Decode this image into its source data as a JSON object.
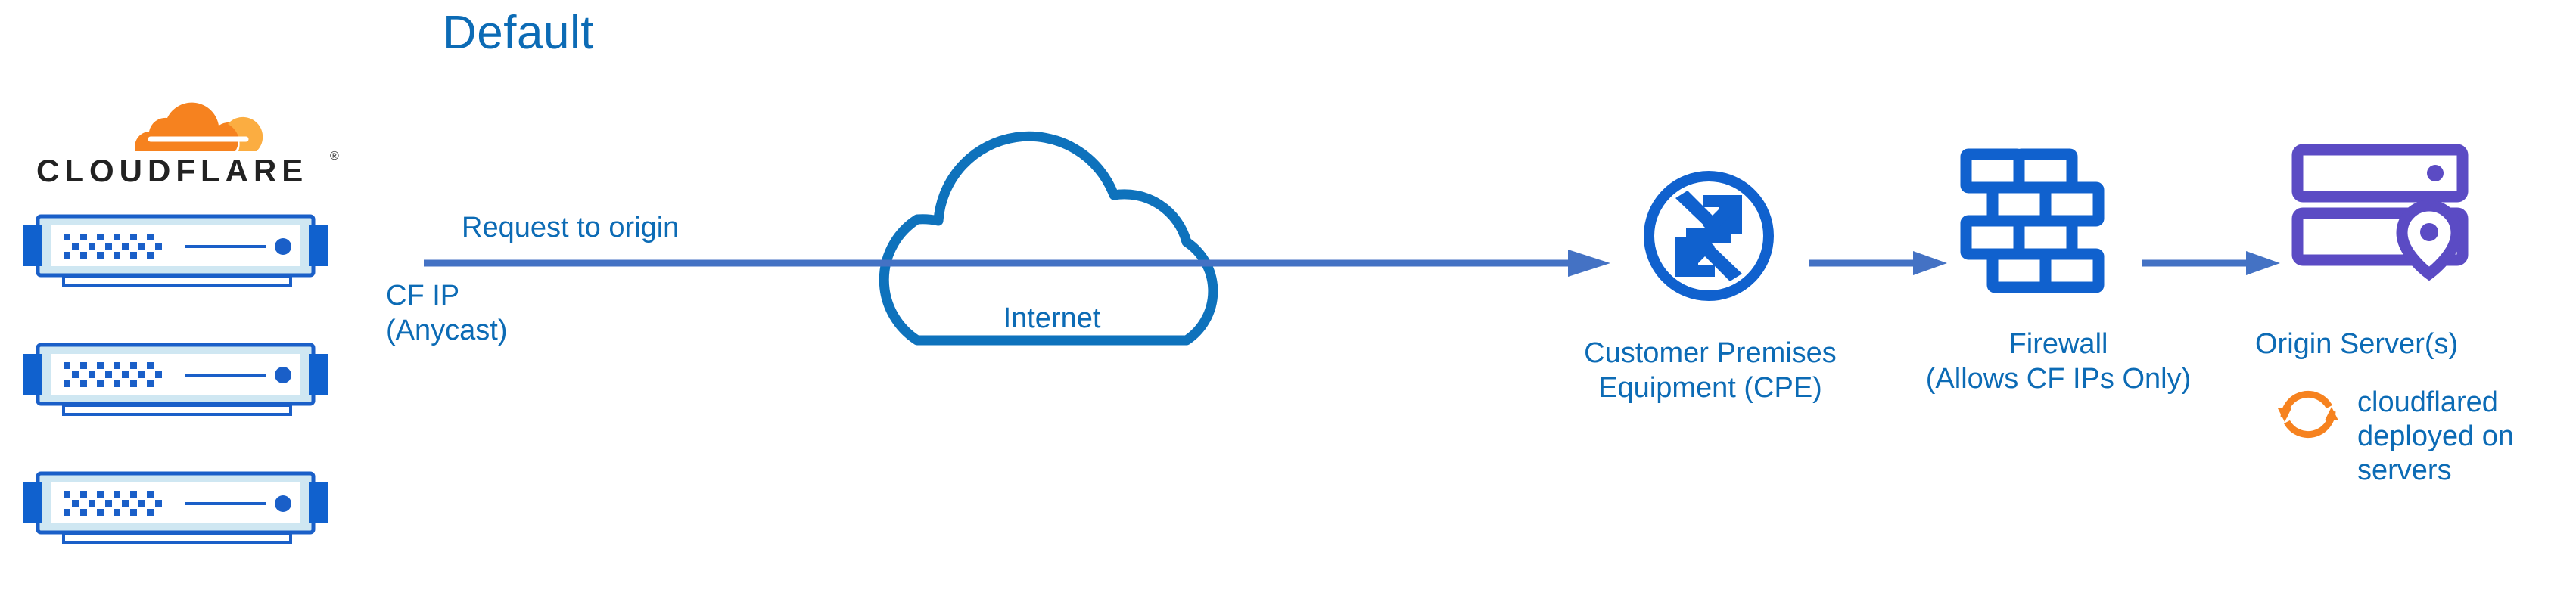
{
  "title": "Default",
  "colors": {
    "title_blue": "#0C6BB5",
    "label_blue": "#0C6BB5",
    "arrow_blue": "#4472C4",
    "node_blue": "#1061CE",
    "cloud_blue": "#0E72BC",
    "server_blue": "#1A5FC8",
    "server_fill": "#CFE7F2",
    "origin_purple": "#5B4BC4",
    "cloudflare_orange": "#F6821F",
    "cloudflare_orange_light": "#FBAD41",
    "wordmark_black": "#222222"
  },
  "brand": {
    "wordmark": "CLOUDFLARE",
    "registered_mark": "®",
    "logo_icon": "cloudflare-cloud-logo"
  },
  "left_stack": {
    "icon_name": "cloudflare-edge-server",
    "count": 3,
    "servers": [
      {
        "label": ""
      },
      {
        "label": ""
      },
      {
        "label": ""
      }
    ]
  },
  "labels": {
    "request_to_origin": "Request to origin",
    "cf_ip_line1": "CF IP",
    "cf_ip_line2": "(Anycast)",
    "internet": "Internet",
    "cpe_line1": "Customer Premises",
    "cpe_line2": "Equipment (CPE)",
    "firewall_line1": "Firewall",
    "firewall_line2": "(Allows CF IPs Only)",
    "origin_server": "Origin Server(s)",
    "cloudflared_note": "cloudflared deployed on servers"
  },
  "nodes": [
    {
      "id": "cloudflare-edge",
      "name": "Cloudflare Edge Servers",
      "icon": "server-rack-icon"
    },
    {
      "id": "internet",
      "name": "Internet",
      "icon": "cloud-outline-icon"
    },
    {
      "id": "cpe",
      "name": "Customer Premises Equipment (CPE)",
      "icon": "router-icon"
    },
    {
      "id": "firewall",
      "name": "Firewall (Allows CF IPs Only)",
      "icon": "brick-wall-icon"
    },
    {
      "id": "origin",
      "name": "Origin Server(s)",
      "icon": "origin-server-icon"
    }
  ],
  "connections": [
    {
      "from": "cloudflare-edge",
      "to": "cpe",
      "label": "Request to origin",
      "style": "solid-arrow"
    },
    {
      "from": "cpe",
      "to": "firewall",
      "label": "",
      "style": "solid-arrow"
    },
    {
      "from": "firewall",
      "to": "origin",
      "label": "",
      "style": "solid-arrow"
    }
  ],
  "annotations": [
    {
      "icon": "sync-arrows-icon",
      "text": "cloudflared deployed on servers",
      "color": "#F6821F"
    }
  ]
}
